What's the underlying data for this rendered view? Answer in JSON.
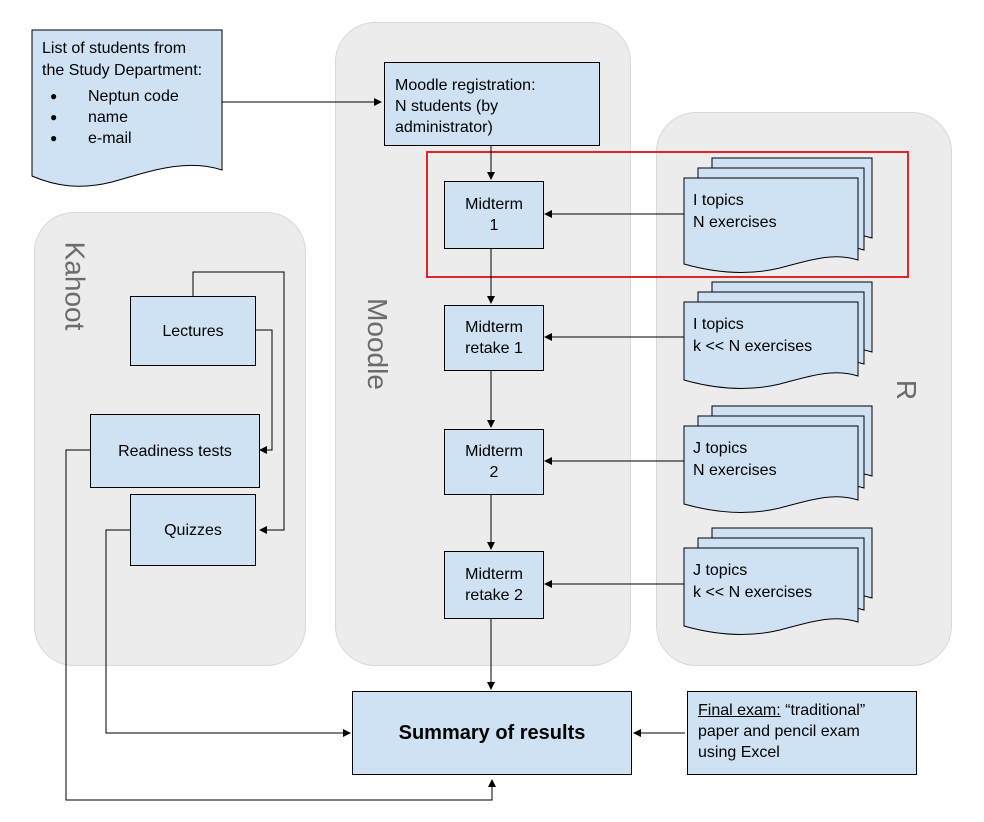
{
  "groups": {
    "kahoot": "Kahoot",
    "moodle": "Moodle",
    "r": "R"
  },
  "student_list": {
    "heading": "List of students from\nthe Study Department:",
    "items": [
      "Neptun code",
      "name",
      "e-mail"
    ]
  },
  "moodle_registration": "Moodle registration:\nN students (by\nadministrator)",
  "midterms": {
    "midterm1": "Midterm\n1",
    "retake1": "Midterm\nretake 1",
    "midterm2": "Midterm\n2",
    "retake2": "Midterm\nretake 2"
  },
  "kahoot_boxes": {
    "lectures": "Lectures",
    "readiness": "Readiness tests",
    "quizzes": "Quizzes"
  },
  "exercise_sets": {
    "set1": "I topics\nN exercises",
    "set2": "I topics\nk << N exercises",
    "set3": "J topics\nN exercises",
    "set4": "J topics\nk << N exercises"
  },
  "summary": "Summary of results",
  "final_exam": {
    "title": "Final exam:",
    "rest": " “traditional”\npaper and pencil exam\nusing Excel"
  },
  "colors": {
    "box_fill": "#cfe2f3",
    "group_fill": "#ececec",
    "highlight": "#e0252b"
  }
}
